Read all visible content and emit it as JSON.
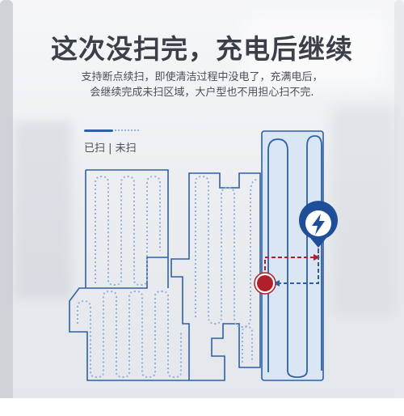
{
  "headline": "这次没扫完，充电后继续",
  "description": {
    "line1": "支持断点续扫，即使清洁过程中没电了，充满电后，",
    "line2": "会继续完成未扫区域，大户型也不用担心扫不完."
  },
  "legend": {
    "text": "已扫 | 未扫"
  },
  "colors": {
    "title": "#3b4048",
    "done_path": "#2f5fa6",
    "todo_path": "#8fb1dc",
    "return_path": "#b0202a",
    "resume_path": "#2f5fa6",
    "robot": "#b0202a",
    "charger": "#1f4f98",
    "cleaned_area_fill": "#dbe6f4",
    "room_outline": "#2f5fa6"
  },
  "icons": {
    "charger": "lightning-bolt-icon",
    "robot": "robot-dot-icon"
  }
}
